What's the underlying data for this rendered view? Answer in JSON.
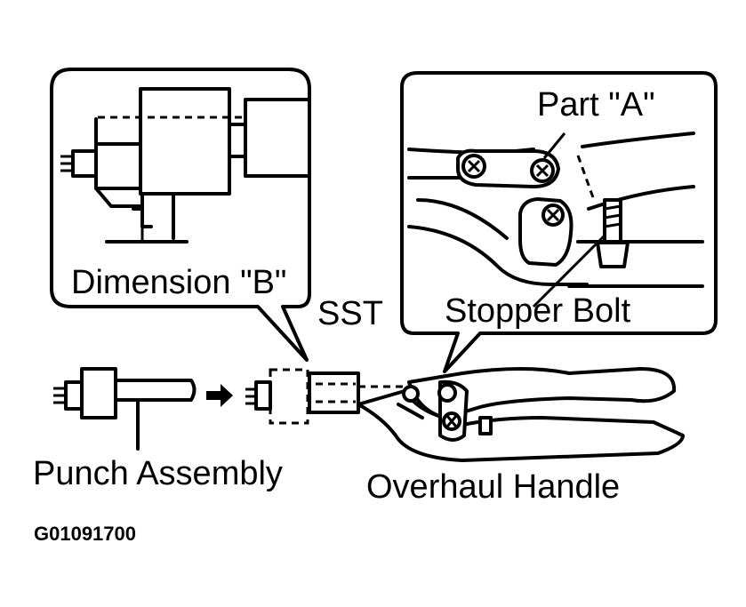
{
  "labels": {
    "part_a": "Part \"A\"",
    "dimension_b": "Dimension \"B\"",
    "sst": "SST",
    "stopper_bolt": "Stopper Bolt",
    "punch_assembly": "Punch Assembly",
    "overhaul_handle": "Overhaul Handle",
    "figure_id": "G01091700"
  }
}
